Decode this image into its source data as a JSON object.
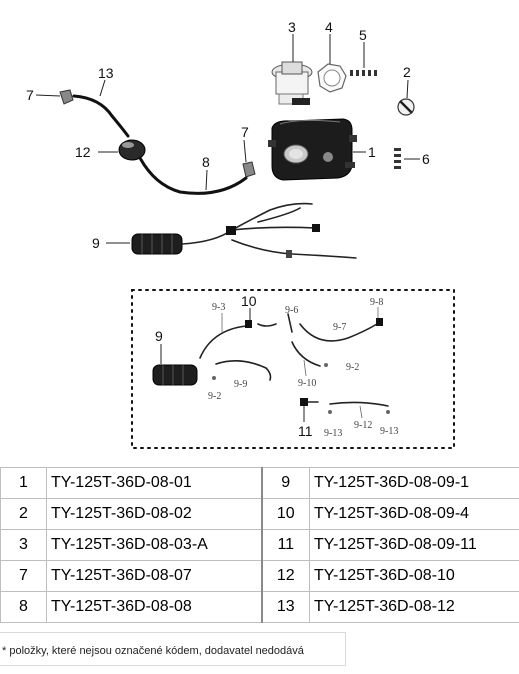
{
  "callouts": {
    "c1": "1",
    "c2": "2",
    "c3": "3",
    "c4": "4",
    "c5": "5",
    "c6": "6",
    "c7a": "7",
    "c7b": "7",
    "c8": "8",
    "c9": "9",
    "c12": "12",
    "c13": "13"
  },
  "detail": {
    "c9": "9",
    "c10": "10",
    "c11": "11",
    "s9_3": "9-3",
    "s9_6": "9-6",
    "s9_8": "9-8",
    "s9_7": "9-7",
    "s9_2a": "9-2",
    "s9_2b": "9-2",
    "s9_9": "9-9",
    "s9_10": "9-10",
    "s9_13a": "9-13",
    "s9_12": "9-12",
    "s9_13b": "9-13"
  },
  "parts_table": {
    "rows": [
      {
        "left_no": "1",
        "left_code": "TY-125T-36D-08-01",
        "right_no": "9",
        "right_code": "TY-125T-36D-08-09-1"
      },
      {
        "left_no": "2",
        "left_code": "TY-125T-36D-08-02",
        "right_no": "10",
        "right_code": "TY-125T-36D-08-09-4"
      },
      {
        "left_no": "3",
        "left_code": "TY-125T-36D-08-03-A",
        "right_no": "11",
        "right_code": "TY-125T-36D-08-09-11"
      },
      {
        "left_no": "7",
        "left_code": "TY-125T-36D-08-07",
        "right_no": "12",
        "right_code": "TY-125T-36D-08-10"
      },
      {
        "left_no": "8",
        "left_code": "TY-125T-36D-08-08",
        "right_no": "13",
        "right_code": "TY-125T-36D-08-12"
      }
    ]
  },
  "footnote": "* položky, které nejsou označené kódem, dodavatel nedodává"
}
